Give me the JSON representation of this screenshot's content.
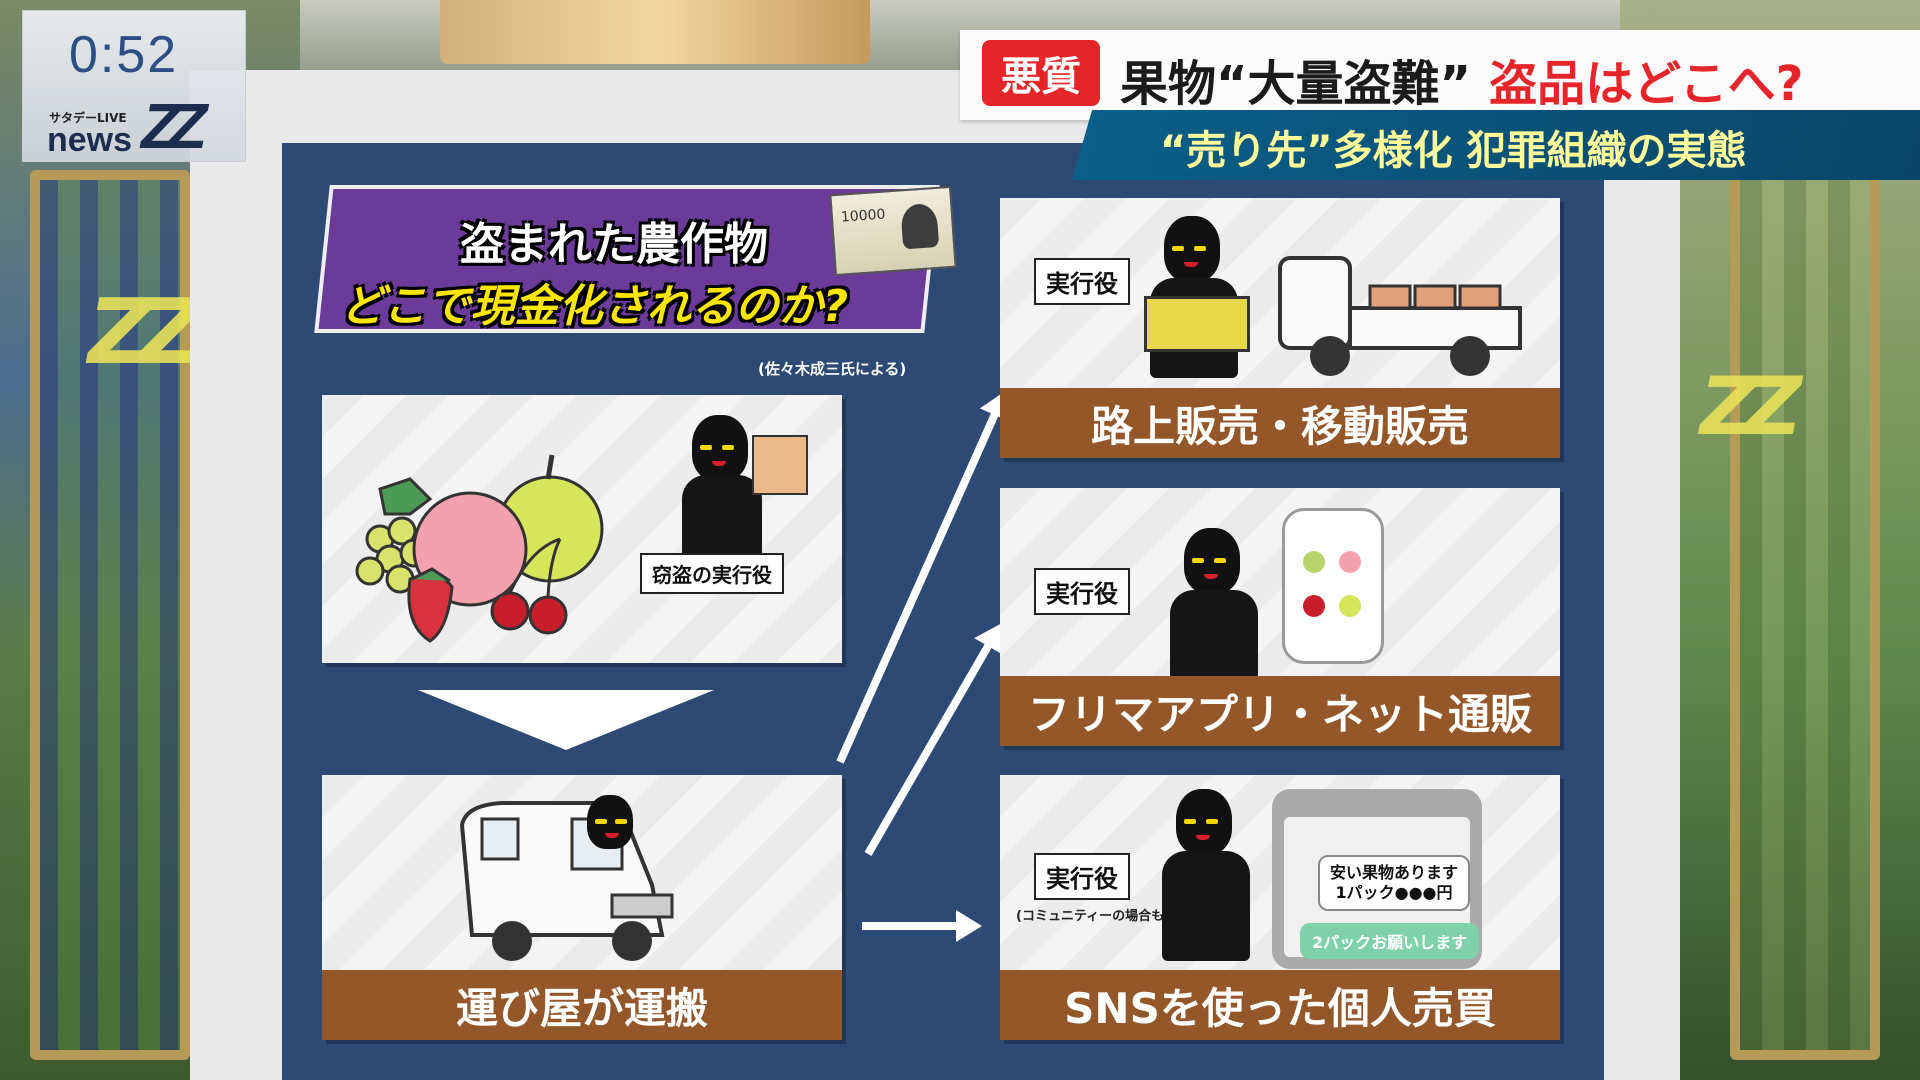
{
  "clock": {
    "time": "0:52"
  },
  "show": {
    "subtitle": "サタデーLIVE",
    "news": "news",
    "logo": "ZZ"
  },
  "headline": {
    "tag": "悪質",
    "main": "果物“大量盗難”",
    "red": "盗品はどこへ?",
    "sub": "“売り先”多様化 犯罪組織の実態"
  },
  "board": {
    "title_line1": "盗まれた農作物",
    "title_line2": "どこで現金化されるのか?",
    "money_number": "10000",
    "source": "(佐々木成三氏による)",
    "theft": {
      "role": "窃盗の実行役"
    },
    "transport": {
      "label": "運び屋が運搬"
    },
    "outlets": [
      {
        "role": "実行役",
        "label": "路上販売・移動販売"
      },
      {
        "role": "実行役",
        "label": "フリマアプリ・ネット通販"
      },
      {
        "role": "実行役",
        "note": "(コミュニティーの場合も)",
        "label": "SNSを使った個人売買",
        "chat_1": "安い果物あります",
        "chat_2": "1パック●●●円",
        "chat_reply": "2パックお願いします"
      }
    ]
  },
  "colors": {
    "board": "#2c4a74",
    "label": "#93572a",
    "headline_red": "#e4262b",
    "title_panel": "#6a3b98"
  }
}
